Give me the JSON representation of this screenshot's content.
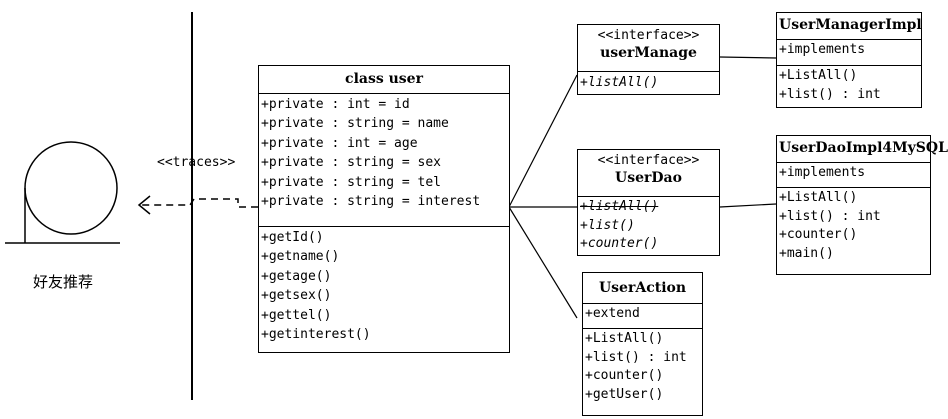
{
  "actor": {
    "name": "好友推荐"
  },
  "traces_label": "<<traces>>",
  "user_class": {
    "title": "class user",
    "attributes": [
      "+private : int = id",
      "+private : string = name",
      "+private : int = age",
      "+private : string = sex",
      "+private : string = tel",
      "+private : string = interest"
    ],
    "methods": [
      "+getId()",
      "+getname()",
      "+getage()",
      "+getsex()",
      "+gettel()",
      "+getinterest()"
    ]
  },
  "user_manage": {
    "stereotype": "<<interface>>",
    "title": "userManage",
    "methods": [
      "+listAll()"
    ]
  },
  "user_dao": {
    "stereotype": "<<interface>>",
    "title": "UserDao",
    "methods": [
      "+listAll()",
      "+list()",
      "+counter()"
    ]
  },
  "user_action": {
    "title": "UserAction",
    "attributes": [
      "+extend"
    ],
    "methods": [
      "+ListAll()",
      "+list() : int",
      "+counter()",
      "+getUser()"
    ]
  },
  "user_manager_impl": {
    "title": "UserManagerImpl",
    "attributes": [
      "+implements"
    ],
    "methods": [
      "+ListAll()",
      "+list() : int"
    ]
  },
  "user_dao_impl": {
    "title": "UserDaoImpl4MySQL",
    "attributes": [
      "+implements"
    ],
    "methods": [
      "+ListAll()",
      "+list() : int",
      "+counter()",
      "+main()"
    ]
  }
}
